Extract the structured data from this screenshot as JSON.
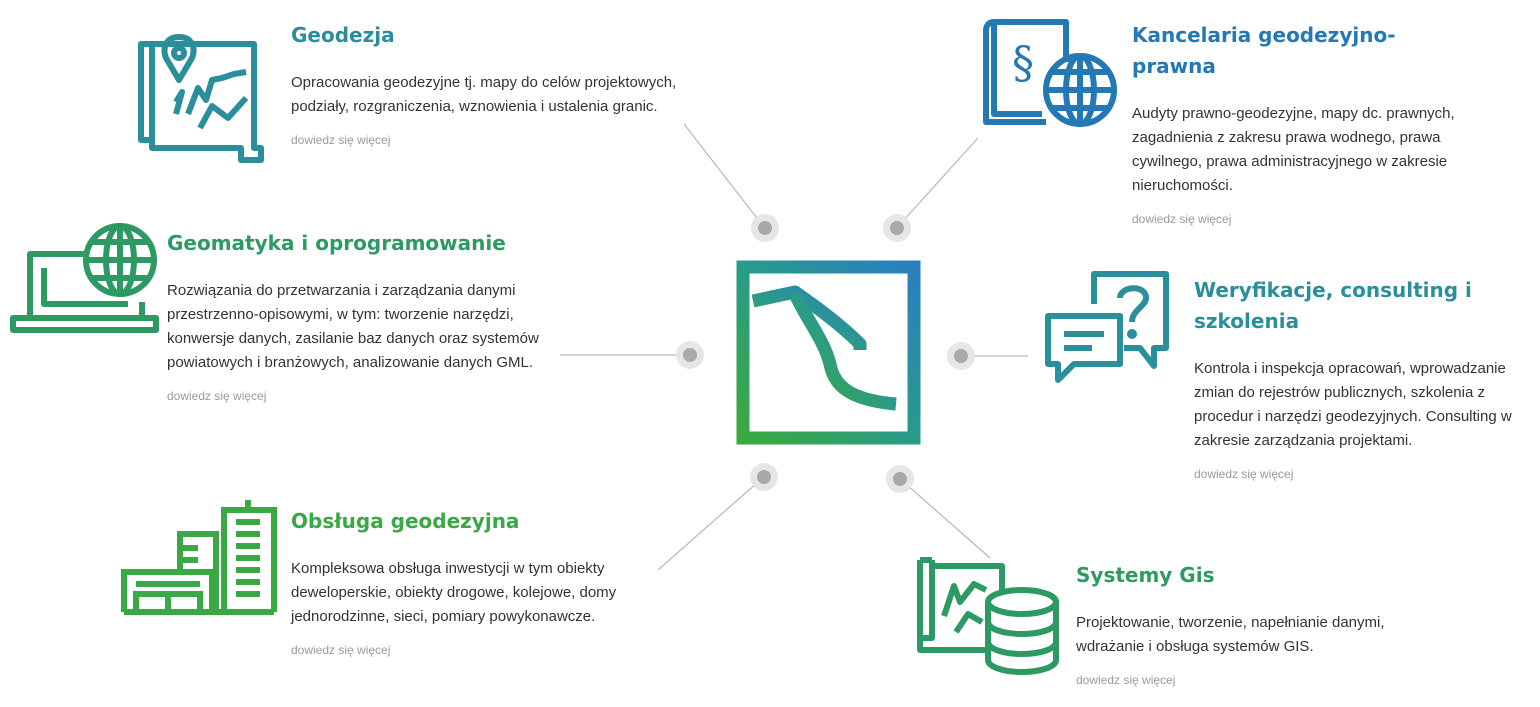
{
  "colors": {
    "teal": "#2a8f9a",
    "blue": "#2479b5",
    "green_dark": "#2e9a63",
    "green": "#3aa844",
    "connector": "#b5b5b5"
  },
  "center_logo": {
    "icon": "geodesy-frame-logo-icon"
  },
  "services": [
    {
      "id": "geodezja",
      "icon": "map-pin-icon",
      "title": "Geodezja",
      "description": "Opracowania geodezyjne tj. mapy do celów projektowych, podziały, rozgraniczenia, wznowienia i ustalenia granic.",
      "link": "dowiedz się więcej"
    },
    {
      "id": "kancelaria",
      "icon": "law-book-globe-icon",
      "title": "Kancelaria geodezyjno-prawna",
      "description": "Audyty prawno-geodezyjne, mapy dc. prawnych, zagadnienia z zakresu prawa wodnego, prawa cywilnego, prawa administracyjnego w zakresie nieruchomości.",
      "link": "dowiedz się więcej"
    },
    {
      "id": "geomatyka",
      "icon": "laptop-globe-icon",
      "title": "Geomatyka i oprogramowanie",
      "description": "Rozwiązania do przetwarzania i zarządzania danymi przestrzenno-opisowymi, w tym: tworzenie narzędzi, konwersje danych, zasilanie baz danych oraz systemów powiatowych i branżowych, analizowanie danych GML.",
      "link": "dowiedz się więcej"
    },
    {
      "id": "weryfikacje",
      "icon": "chat-question-icon",
      "title": "Weryfikacje, consulting i szkolenia",
      "description": "Kontrola i inspekcja opracowań, wprowadzanie zmian do rejestrów publicznych, szkolenia z procedur i narzędzi geodezyjnych. Consulting w zakresie zarządzania projektami.",
      "link": "dowiedz się więcej"
    },
    {
      "id": "obsluga",
      "icon": "city-buildings-icon",
      "title": "Obsługa geodezyjna",
      "description": "Kompleksowa obsługa inwestycji w tym obiekty deweloperskie, obiekty drogowe, kolejowe, domy jednorodzinne, sieci, pomiary powykonawcze.",
      "link": "dowiedz się więcej"
    },
    {
      "id": "gis",
      "icon": "map-database-icon",
      "title": "Systemy Gis",
      "description": "Projektowanie, tworzenie, napełnianie danymi, wdrażanie i obsługa systemów GIS.",
      "link": "dowiedz się więcej"
    }
  ]
}
